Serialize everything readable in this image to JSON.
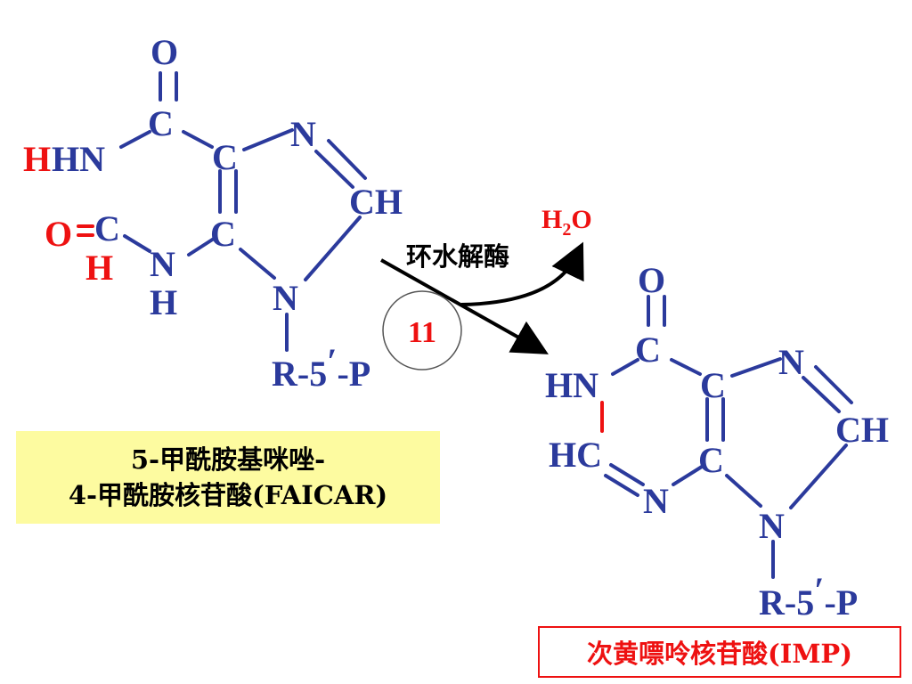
{
  "left_molecule": {
    "atoms": {
      "o_top": "O",
      "c_carbonyl": "C",
      "h_red": "H",
      "hn": "HN",
      "c_ring_upper": "C",
      "n_imidazole_top": "N",
      "ch": "CH",
      "o_formyl": "O",
      "c_formyl": "C",
      "h_formyl": "H",
      "n_amide": "N",
      "h_amide": "H",
      "c_ring_lower": "C",
      "n_ribose": "N",
      "r5p": "R-5",
      "prime": "′",
      "p_suffix": "-P"
    },
    "name_line1": "5-甲酰胺基咪唑-",
    "name_line2": "4-甲酰胺核苷酸(FAICAR)"
  },
  "reaction": {
    "enzyme": "环水解酶",
    "step_number": "11",
    "byproduct_h": "H",
    "byproduct_sub": "2",
    "byproduct_o": "O"
  },
  "right_molecule": {
    "atoms": {
      "o_top": "O",
      "c_carbonyl": "C",
      "hn": "HN",
      "c_ring_upper": "C",
      "n_imidazole_top": "N",
      "ch": "CH",
      "hc": "HC",
      "c_ring_lower": "C",
      "n_pyrimidine": "N",
      "n_ribose": "N",
      "r5p": "R-5",
      "prime": "′",
      "p_suffix": "-P"
    },
    "name": "次黄嘌呤核苷酸(IMP)"
  },
  "colors": {
    "structure": "#2b3a9c",
    "highlight": "#ee1111",
    "name_box_bg": "#fdfba0",
    "arrow": "#000000"
  }
}
